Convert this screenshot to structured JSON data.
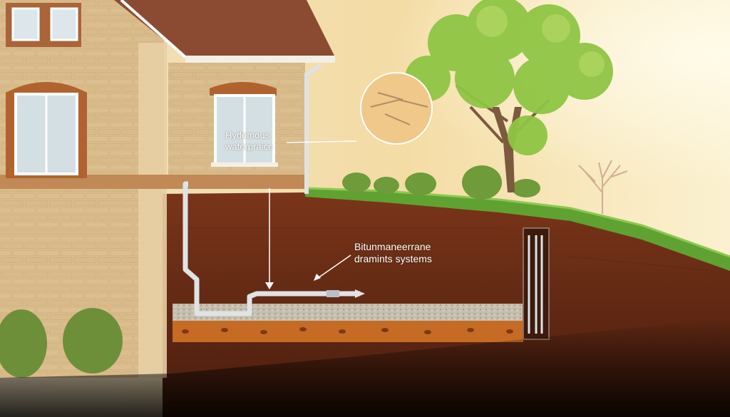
{
  "labels": {
    "house_line1": "Hydomous",
    "house_line2": "waterpraice",
    "ground_line1": "Bitunmaneerrane",
    "ground_line2": "dramints systems"
  },
  "colors": {
    "sky_light": "#fbf1d0",
    "sky_warm": "#f1d28f",
    "brick_wall": "#e3c79a",
    "brick_trim": "#b0632f",
    "roof": "#8b4b33",
    "soil": "#6e2f17",
    "grass": "#5fa232",
    "gravel": "#c9c3b4",
    "pipe": "#dfe3e4"
  }
}
